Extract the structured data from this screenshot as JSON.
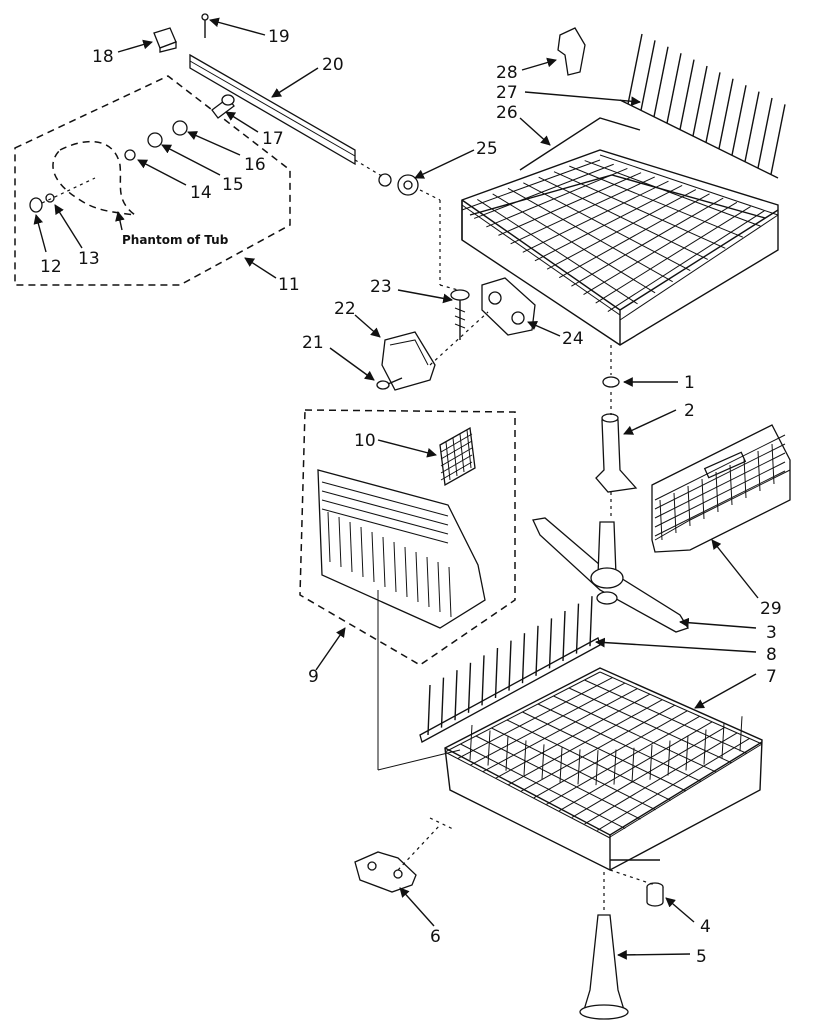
{
  "diagram": {
    "caption": "Phantom of Tub",
    "callouts": {
      "c1": "1",
      "c2": "2",
      "c3": "3",
      "c4": "4",
      "c5": "5",
      "c6": "6",
      "c7": "7",
      "c8": "8",
      "c9": "9",
      "c10": "10",
      "c11": "11",
      "c12": "12",
      "c13": "13",
      "c14": "14",
      "c15": "15",
      "c16": "16",
      "c17": "17",
      "c18": "18",
      "c19": "19",
      "c20": "20",
      "c21": "21",
      "c22": "22",
      "c23": "23",
      "c24": "24",
      "c25": "25",
      "c26": "26",
      "c27": "27",
      "c28": "28",
      "c29": "29"
    }
  }
}
